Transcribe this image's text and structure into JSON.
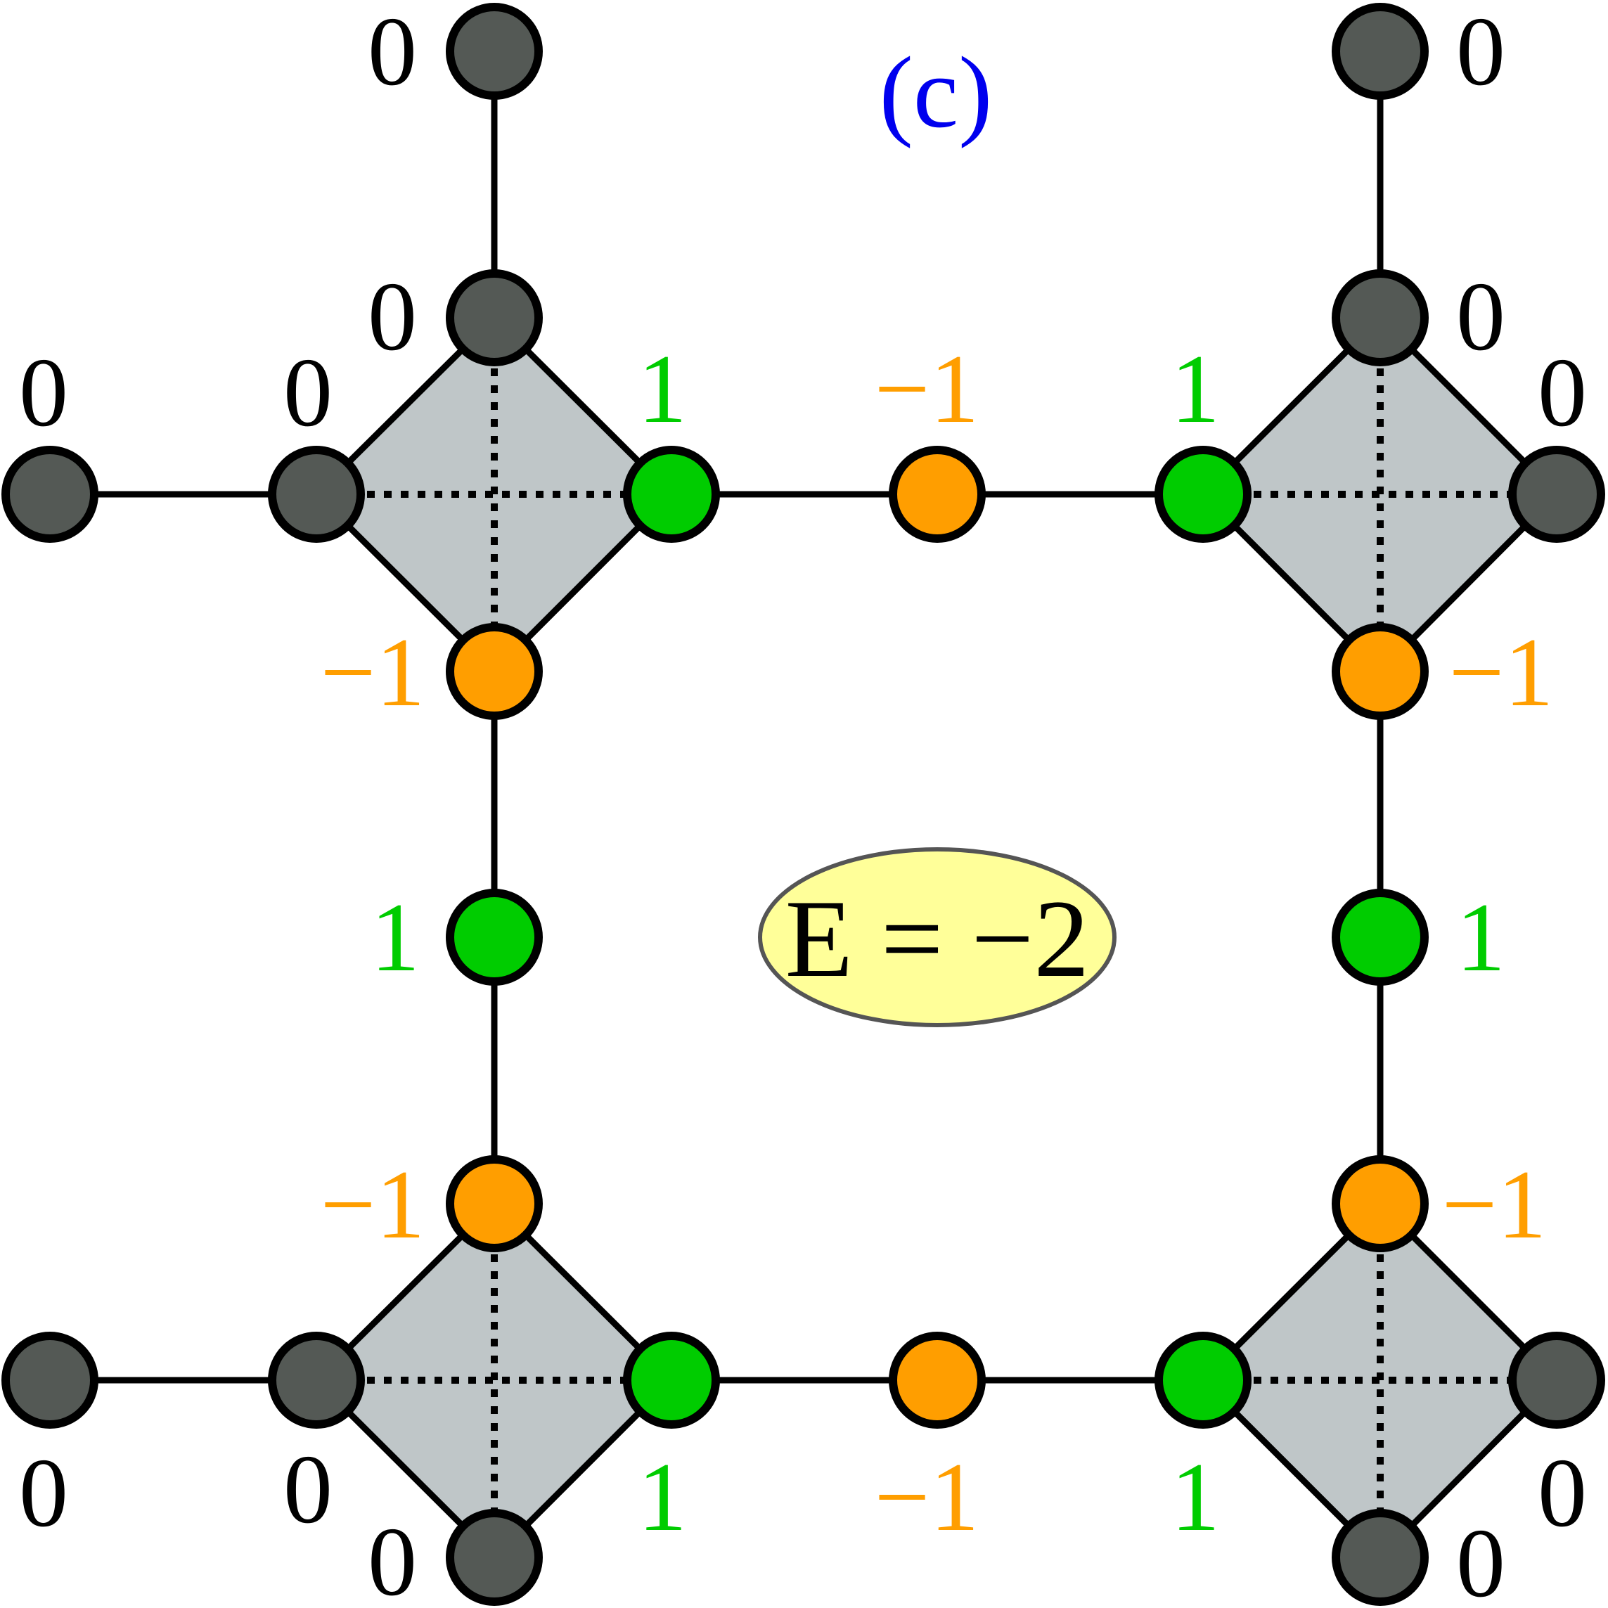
{
  "panel_label": "(c)",
  "energy_label": "E = −2",
  "colors": {
    "zero": "#545955",
    "plus": "#00cc00",
    "minus": "#ff9e00",
    "panel": "#0000ee",
    "square_fill": "#bfc6c8",
    "ellipse_fill": "#ffff99",
    "stroke": "#000000"
  },
  "site_values": {
    "top_left_outer": "0",
    "top_left_upper": "0",
    "top_left_left": "0",
    "left_far_top": "0",
    "top_left_right": "1",
    "top_middle": "−1",
    "top_right_left": "1",
    "top_right_outer": "0",
    "top_right_upper": "0",
    "right_far_top": "0",
    "top_left_lower": "−1",
    "top_right_lower": "−1",
    "left_middle": "1",
    "right_middle": "1",
    "bottom_left_upper": "−1",
    "bottom_right_upper": "−1",
    "left_far_bottom": "0",
    "bottom_left_left": "0",
    "bottom_left_lower": "0",
    "bottom_left_right": "1",
    "bottom_middle": "−1",
    "bottom_right_left": "1",
    "bottom_right_right": "0",
    "bottom_right_lower": "0"
  }
}
